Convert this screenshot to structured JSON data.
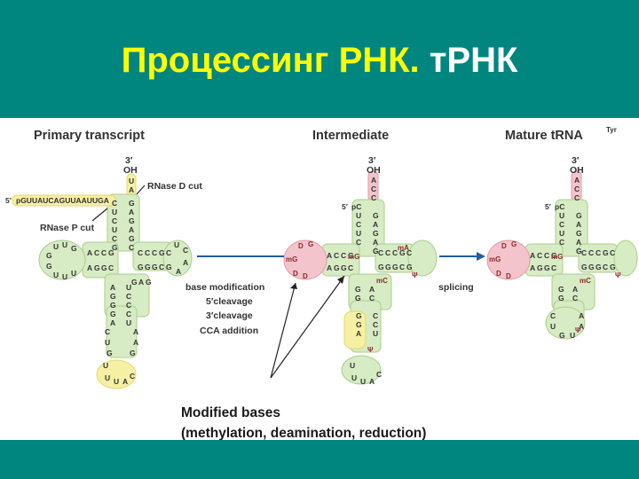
{
  "slide": {
    "title_main": "Процессинг РНК.",
    "title_sub": "тРНК"
  },
  "panel": {
    "labels": {
      "primary": "Primary transcript",
      "intermediate": "Intermediate",
      "mature": "Mature tRNA",
      "mature_sup": "Tyr",
      "three_prime": "3′",
      "oh": "OH",
      "five_prime": "5′",
      "leader": "pGUUAUCAGUUAAUUGA",
      "p5": "pC",
      "rnase_d": "RNase D cut",
      "rnase_p": "RNase P cut",
      "step1": [
        "base modification",
        "5′cleavage",
        "3′cleavage",
        "CCA addition"
      ],
      "step2": "splicing",
      "modified_title": "Modified bases",
      "modified_desc": "(methylation, deamination, reduction)"
    },
    "colors": {
      "arrow": "#1f5fa3",
      "green_loop": "#d7ebc4",
      "yellow_highlight": "#f6f0a4",
      "pink_highlight": "#f4c4cc"
    }
  }
}
